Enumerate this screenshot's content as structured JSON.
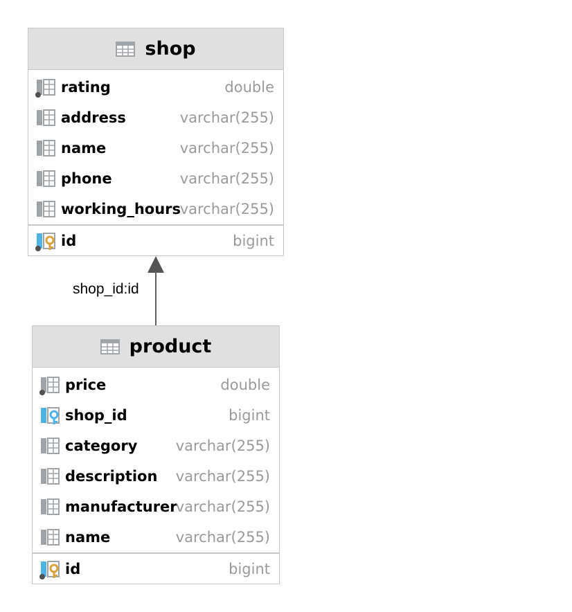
{
  "tables": [
    {
      "name": "shop",
      "columns": [
        {
          "name": "rating",
          "type": "double",
          "icon": "column-notnull-icon"
        },
        {
          "name": "address",
          "type": "varchar(255)",
          "icon": "column-icon"
        },
        {
          "name": "name",
          "type": "varchar(255)",
          "icon": "column-icon"
        },
        {
          "name": "phone",
          "type": "varchar(255)",
          "icon": "column-icon"
        },
        {
          "name": "working_hours",
          "type": "varchar(255)",
          "icon": "column-icon"
        }
      ],
      "keys": [
        {
          "name": "id",
          "type": "bigint",
          "icon": "primary-key-icon"
        }
      ]
    },
    {
      "name": "product",
      "columns": [
        {
          "name": "price",
          "type": "double",
          "icon": "column-notnull-icon"
        },
        {
          "name": "shop_id",
          "type": "bigint",
          "icon": "foreign-key-icon"
        },
        {
          "name": "category",
          "type": "varchar(255)",
          "icon": "column-icon"
        },
        {
          "name": "description",
          "type": "varchar(255)",
          "icon": "column-icon"
        },
        {
          "name": "manufacturer",
          "type": "varchar(255)",
          "icon": "column-icon"
        },
        {
          "name": "name",
          "type": "varchar(255)",
          "icon": "column-icon"
        }
      ],
      "keys": [
        {
          "name": "id",
          "type": "bigint",
          "icon": "primary-key-icon"
        }
      ]
    }
  ],
  "relation": {
    "label": "shop_id:id",
    "from": "product",
    "to": "shop"
  },
  "colors": {
    "header_bg": "#e0e0e0",
    "border": "#c8c8c8",
    "type_text": "#9a9a9a",
    "primary_key": "#d9a23b",
    "foreign_key": "#4fb3e8",
    "column_icon": "#9fa4a8"
  }
}
